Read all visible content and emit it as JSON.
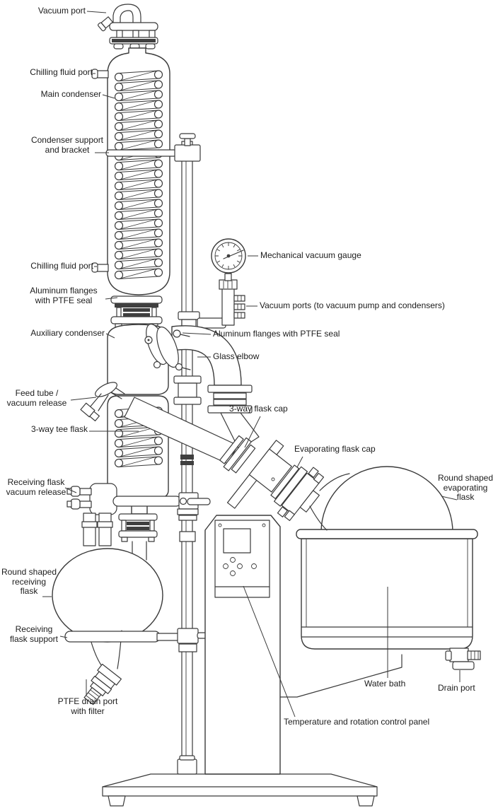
{
  "diagram": {
    "subject": "rotary-evaporator-labeled-diagram",
    "colors": {
      "line": "#3a3a3a",
      "text": "#1c1c1c",
      "background": "#ffffff"
    },
    "labels": {
      "vacuum_port": "Vacuum port",
      "chilling_fluid_port_top": "Chilling fluid port",
      "main_condenser": "Main condenser",
      "condenser_support": "Condenser support\nand bracket",
      "chilling_fluid_port_bottom": "Chilling fluid port",
      "aluminum_flanges_left": "Aluminum flanges\nwith PTFE seal",
      "auxiliary_condenser": "Auxiliary condenser",
      "mechanical_vacuum_gauge": "Mechanical vacuum gauge",
      "vacuum_ports": "Vacuum ports (to vacuum pump and condensers)",
      "aluminum_flanges_right": "Aluminum flanges with PTFE seal",
      "glass_elbow": "Glass elbow",
      "feed_tube": "Feed tube /\nvacuum release",
      "three_way_tee_flask": "3-way tee flask",
      "three_way_flask_cap": "3-way flask cap",
      "evaporating_flask_cap": "Evaporating flask cap",
      "round_evaporating_flask": "Round shaped\nevaporating\nflask",
      "receiving_flask_vacuum_release": "Receiving flask\nvacuum release",
      "round_receiving_flask": "Round shaped\nreceiving\nflask",
      "receiving_flask_support": "Receiving\nflask support",
      "ptfe_drain_port": "PTFE drain port\nwith filter",
      "water_bath": "Water bath",
      "drain_port": "Drain port",
      "temperature_control_panel": "Temperature and rotation control panel"
    }
  }
}
